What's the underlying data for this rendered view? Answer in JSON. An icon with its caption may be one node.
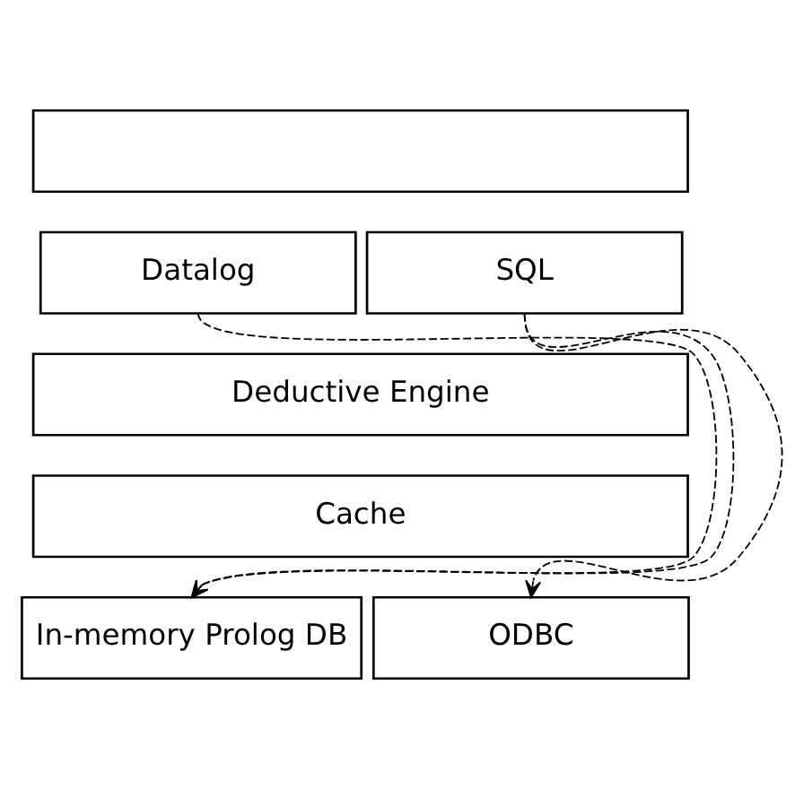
{
  "diagram": {
    "nodes": [
      {
        "text": [],
        "shape": "box"
      },
      {
        "text": [
          "Datalog"
        ]
      },
      {
        "text": [
          "SQL"
        ]
      },
      {
        "text": [
          "Deductive Engine"
        ]
      },
      {
        "text": [
          "Cache"
        ]
      },
      {
        "text": [
          "In-memory Prolog DB"
        ]
      },
      {
        "text": [
          "ODBC"
        ]
      }
    ],
    "edges": [
      {
        "from": 1,
        "to": 5,
        "arrow": "to",
        "style": "dashed"
      },
      {
        "from": 2,
        "to": 5,
        "arrow": "to",
        "style": "dashed"
      },
      {
        "from": 2,
        "to": 6,
        "arrow": "to",
        "style": "dashed"
      }
    ]
  }
}
